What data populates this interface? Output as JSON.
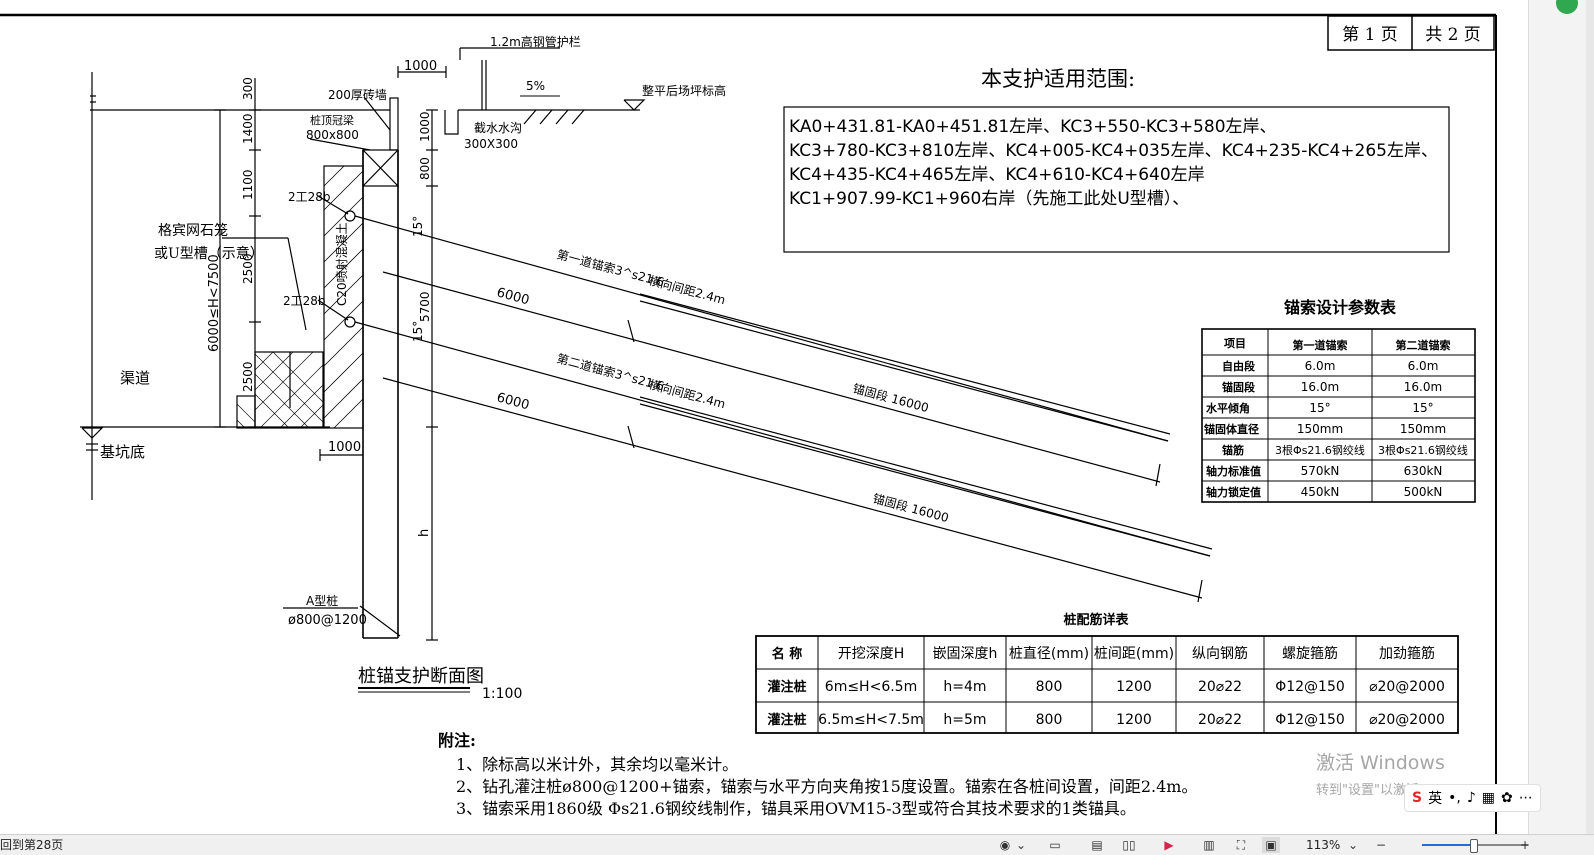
{
  "page_counter": {
    "page_label": "第 1 页",
    "total_label": "共 2 页"
  },
  "scope": {
    "title": "本支护适用范围:",
    "lines": [
      "KA0+431.81-KA0+451.81左岸、KC3+550-KC3+580左岸、",
      "KC3+780-KC3+810左岸、KC4+005-KC4+035左岸、KC4+235-KC4+265左岸、",
      "KC4+435-KC4+465左岸、KC4+610-KC4+640左岸",
      "KC1+907.99-KC1+960右岸（先施工此处U型槽）、"
    ]
  },
  "section": {
    "title": "桩锚支护断面图",
    "scale": "1:100",
    "labels": {
      "railing": "1.2m高钢管护栏",
      "wall": "200厚砖墙",
      "cap_beam": "桩顶冠梁",
      "cap_size": "800x800",
      "slope": "5%",
      "ground": "整平后场坪标高",
      "ditch": "截水水沟",
      "ditch_size": "300X300",
      "waler_1": "2工28b",
      "waler_2": "2工28b",
      "gabion_1": "格宾网石笼",
      "gabion_2": "或U型槽（示意）",
      "shotcrete": "C20喷射混凝土",
      "height_range": "6000≤H<7500",
      "channel": "渠道",
      "pit_bottom": "基坑底",
      "pile_type": "A型桩",
      "pile_spec": "ø800@1200",
      "h_label": "h",
      "anchor_1": "第一道锚索3^s21.6",
      "anchor_2": "第二道锚索3^s21.6",
      "spacing_1": "横向间距2.4m",
      "spacing_2": "横向间距2.4m",
      "free_len_1": "6000",
      "free_len_2": "6000",
      "bond_len_1": "锚固段 16000",
      "bond_len_2": "锚固段 16000",
      "angle_1": "15°",
      "angle_2": "15°"
    },
    "dims": {
      "d1000_top": "1000",
      "d300": "300",
      "d1400": "1400",
      "d1100": "1100",
      "d2500_a": "2500",
      "d2500_b": "2500",
      "d1000_ditch": "1000",
      "d800": "800",
      "d5700": "5700",
      "d1000_bottom": "1000"
    }
  },
  "anchor_table": {
    "title": "锚索设计参数表",
    "headers": [
      "项目",
      "第一道锚索",
      "第二道锚索"
    ],
    "rows": [
      [
        "自由段",
        "6.0m",
        "6.0m"
      ],
      [
        "锚固段",
        "16.0m",
        "16.0m"
      ],
      [
        "水平倾角",
        "15°",
        "15°"
      ],
      [
        "锚固体直径",
        "150mm",
        "150mm"
      ],
      [
        "锚筋",
        "3根Φs21.6钢绞线",
        "3根Φs21.6钢绞线"
      ],
      [
        "轴力标准值",
        "570kN",
        "630kN"
      ],
      [
        "轴力锁定值",
        "450kN",
        "500kN"
      ]
    ]
  },
  "pile_table": {
    "title": "桩配筋详表",
    "headers": [
      "名  称",
      "开挖深度H",
      "嵌固深度h",
      "桩直径(mm)",
      "桩间距(mm)",
      "纵向钢筋",
      "螺旋箍筋",
      "加劲箍筋"
    ],
    "rows": [
      [
        "灌注桩",
        "6m≤H<6.5m",
        "h=4m",
        "800",
        "1200",
        "20⌀22",
        "Φ12@150",
        "⌀20@2000"
      ],
      [
        "灌注桩",
        "6.5m≤H<7.5m",
        "h=5m",
        "800",
        "1200",
        "20⌀22",
        "Φ12@150",
        "⌀20@2000"
      ]
    ]
  },
  "notes": {
    "heading": "附注:",
    "items": [
      "1、除标高以米计外，其余均以毫米计。",
      "2、钻孔灌注桩ø800@1200+锚索，锚索与水平方向夹角按15度设置。锚索在各桩间设置，间距2.4m。",
      "3、锚索采用1860级 Φs21.6钢绞线制作，锚具采用OVM15-3型或符合其技术要求的1类锚具。"
    ]
  },
  "status_bar": {
    "page_nav": "回到第28页",
    "zoom": "113%",
    "zoom_fraction": 0.48
  },
  "watermark": {
    "title": "激活 Windows",
    "subtitle": "转到\"设置\"以激活 Windows。"
  },
  "ime": {
    "lang": "英"
  }
}
